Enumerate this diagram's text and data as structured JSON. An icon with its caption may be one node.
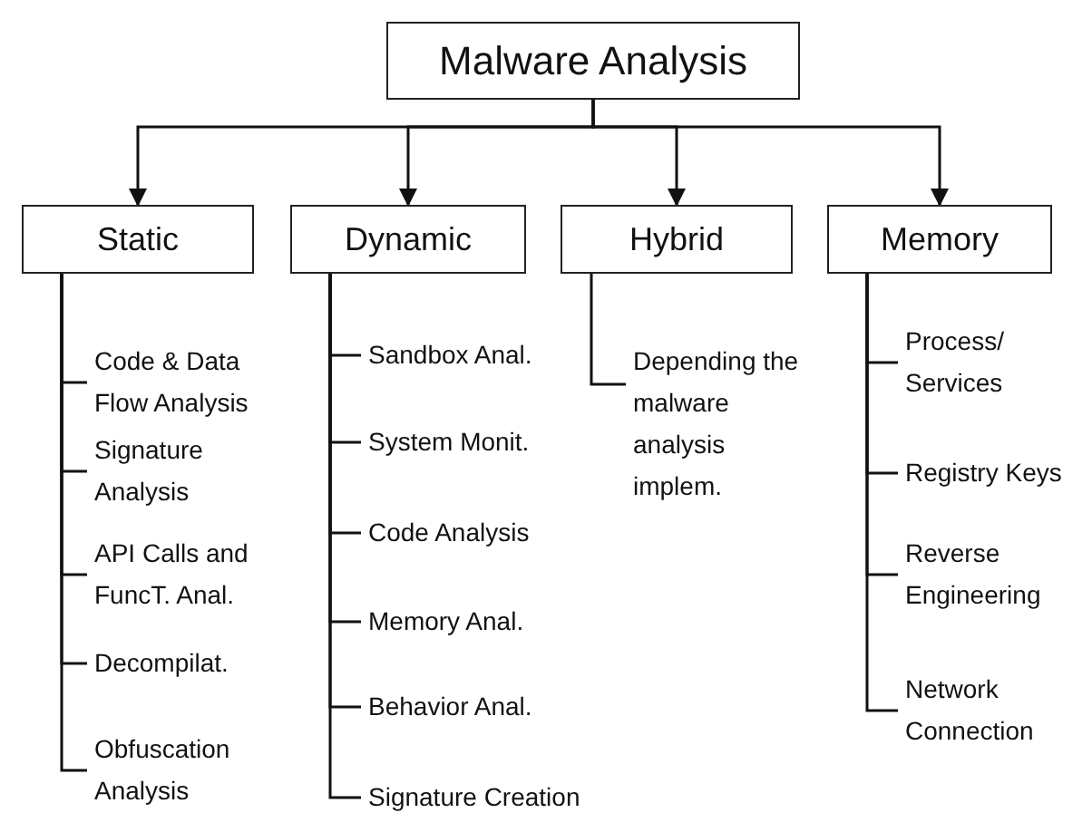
{
  "diagram": {
    "nodes": [
      {
        "text": [
          "Malware Analysis"
        ]
      },
      {
        "text": [
          "Static"
        ]
      },
      {
        "text": [
          "Dynamic"
        ]
      },
      {
        "text": [
          "Hybrid"
        ]
      },
      {
        "text": [
          "Memory"
        ]
      },
      {
        "text": [
          "Code & Data Flow Analysis"
        ]
      },
      {
        "text": [
          "Signature Analysis"
        ]
      },
      {
        "text": [
          "API Calls and FuncT. Anal."
        ]
      },
      {
        "text": [
          "Decompilat."
        ]
      },
      {
        "text": [
          "Obfuscation Analysis"
        ]
      },
      {
        "text": [
          "Sandbox Anal."
        ]
      },
      {
        "text": [
          "System Monit."
        ]
      },
      {
        "text": [
          "Code Analysis"
        ]
      },
      {
        "text": [
          "Memory Anal."
        ]
      },
      {
        "text": [
          "Behavior Anal."
        ]
      },
      {
        "text": [
          "Signature Creation"
        ]
      },
      {
        "text": [
          "Depending the malware analysis implem."
        ]
      },
      {
        "text": [
          "Process/ Services"
        ]
      },
      {
        "text": [
          "Registry Keys"
        ]
      },
      {
        "text": [
          "Reverse Engineering"
        ]
      },
      {
        "text": [
          "Network Connection"
        ]
      }
    ],
    "edges": [
      {
        "from": 0,
        "to": 1,
        "arrow": "to"
      },
      {
        "from": 0,
        "to": 2,
        "arrow": "to"
      },
      {
        "from": 0,
        "to": 3,
        "arrow": "to"
      },
      {
        "from": 0,
        "to": 4,
        "arrow": "to"
      },
      {
        "from": 1,
        "to": 5,
        "arrow": "none"
      },
      {
        "from": 1,
        "to": 6,
        "arrow": "none"
      },
      {
        "from": 1,
        "to": 7,
        "arrow": "none"
      },
      {
        "from": 1,
        "to": 8,
        "arrow": "none"
      },
      {
        "from": 1,
        "to": 9,
        "arrow": "none"
      },
      {
        "from": 2,
        "to": 10,
        "arrow": "none"
      },
      {
        "from": 2,
        "to": 11,
        "arrow": "none"
      },
      {
        "from": 2,
        "to": 12,
        "arrow": "none"
      },
      {
        "from": 2,
        "to": 13,
        "arrow": "none"
      },
      {
        "from": 2,
        "to": 14,
        "arrow": "none"
      },
      {
        "from": 2,
        "to": 15,
        "arrow": "none"
      },
      {
        "from": 3,
        "to": 16,
        "arrow": "none"
      },
      {
        "from": 4,
        "to": 17,
        "arrow": "none"
      },
      {
        "from": 4,
        "to": 18,
        "arrow": "none"
      },
      {
        "from": 4,
        "to": 19,
        "arrow": "none"
      },
      {
        "from": 4,
        "to": 20,
        "arrow": "none"
      }
    ]
  }
}
